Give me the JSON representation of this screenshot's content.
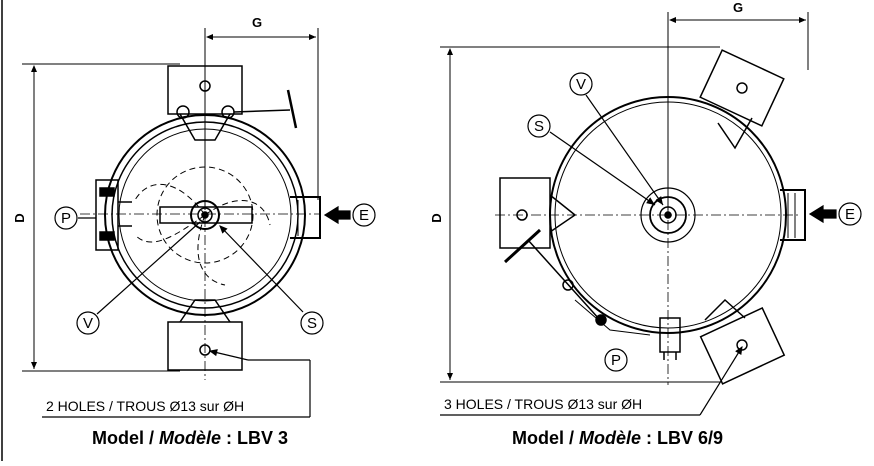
{
  "left_drawing": {
    "dim_g": "G",
    "dim_d": "D",
    "labels": {
      "p": "P",
      "e": "E",
      "v": "V",
      "s": "S"
    },
    "holes_note": "2 HOLES / TROUS Ø13 sur ØH",
    "caption": {
      "prefix": "Model / ",
      "italic": "Modèle",
      "suffix": " : LBV 3"
    }
  },
  "right_drawing": {
    "dim_g": "G",
    "dim_d": "D",
    "labels": {
      "v": "V",
      "s": "S",
      "e": "E",
      "p": "P"
    },
    "holes_note": "3 HOLES / TROUS Ø13 sur ØH",
    "caption": {
      "prefix": "Model / ",
      "italic": "Modèle",
      "suffix": " : LBV 6/9"
    }
  }
}
